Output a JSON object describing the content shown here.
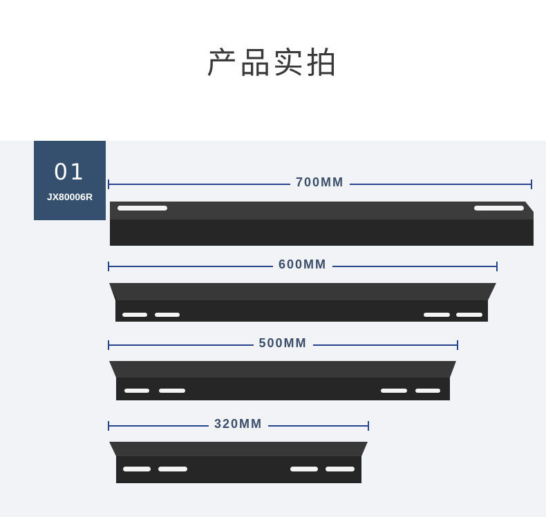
{
  "header": {
    "title": "产品实拍"
  },
  "badge": {
    "number": "01",
    "model": "JX80006R"
  },
  "colors": {
    "badge_bg": "#35506f",
    "panel_bg": "#f2f3f7",
    "dimension_line": "#26438e",
    "bracket": "#2a2a2a"
  },
  "brackets": [
    {
      "length_label": "700MM"
    },
    {
      "length_label": "600MM"
    },
    {
      "length_label": "500MM"
    },
    {
      "length_label": "320MM"
    }
  ]
}
